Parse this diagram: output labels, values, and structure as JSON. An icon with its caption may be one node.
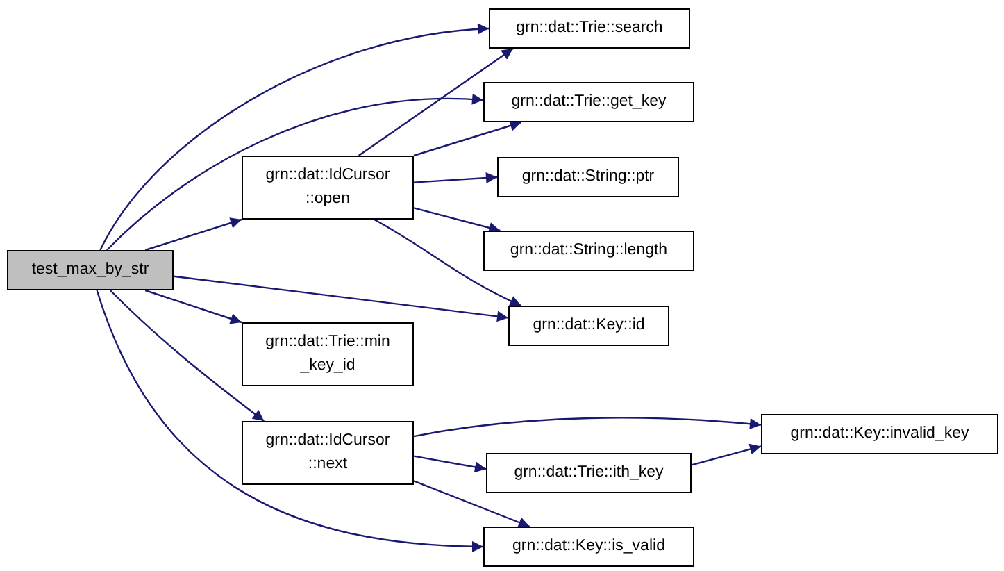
{
  "diagram": {
    "nodes": [
      {
        "text": [
          "test_max_by_str"
        ]
      },
      {
        "text": [
          "grn::dat::IdCursor ::open"
        ]
      },
      {
        "text": [
          "grn::dat::Trie::min _key_id"
        ]
      },
      {
        "text": [
          "grn::dat::IdCursor ::next"
        ]
      },
      {
        "text": [
          "grn::dat::Trie::search"
        ]
      },
      {
        "text": [
          "grn::dat::Trie::get_key"
        ]
      },
      {
        "text": [
          "grn::dat::String::ptr"
        ]
      },
      {
        "text": [
          "grn::dat::String::length"
        ]
      },
      {
        "text": [
          "grn::dat::Key::id"
        ]
      },
      {
        "text": [
          "grn::dat::Trie::ith_key"
        ]
      },
      {
        "text": [
          "grn::dat::Key::invalid_key"
        ]
      },
      {
        "text": [
          "grn::dat::Key::is_valid"
        ]
      }
    ],
    "edges": [
      {
        "from": 0,
        "to": 4,
        "arrow": "to"
      },
      {
        "from": 0,
        "to": 5,
        "arrow": "to"
      },
      {
        "from": 0,
        "to": 1,
        "arrow": "to"
      },
      {
        "from": 0,
        "to": 8,
        "arrow": "to"
      },
      {
        "from": 0,
        "to": 2,
        "arrow": "to"
      },
      {
        "from": 0,
        "to": 3,
        "arrow": "to"
      },
      {
        "from": 0,
        "to": 11,
        "arrow": "to"
      },
      {
        "from": 1,
        "to": 4,
        "arrow": "to"
      },
      {
        "from": 1,
        "to": 5,
        "arrow": "to"
      },
      {
        "from": 1,
        "to": 6,
        "arrow": "to"
      },
      {
        "from": 1,
        "to": 7,
        "arrow": "to"
      },
      {
        "from": 1,
        "to": 8,
        "arrow": "to"
      },
      {
        "from": 3,
        "to": 10,
        "arrow": "to"
      },
      {
        "from": 3,
        "to": 9,
        "arrow": "to"
      },
      {
        "from": 3,
        "to": 11,
        "arrow": "to"
      },
      {
        "from": 9,
        "to": 10,
        "arrow": "to"
      }
    ]
  }
}
